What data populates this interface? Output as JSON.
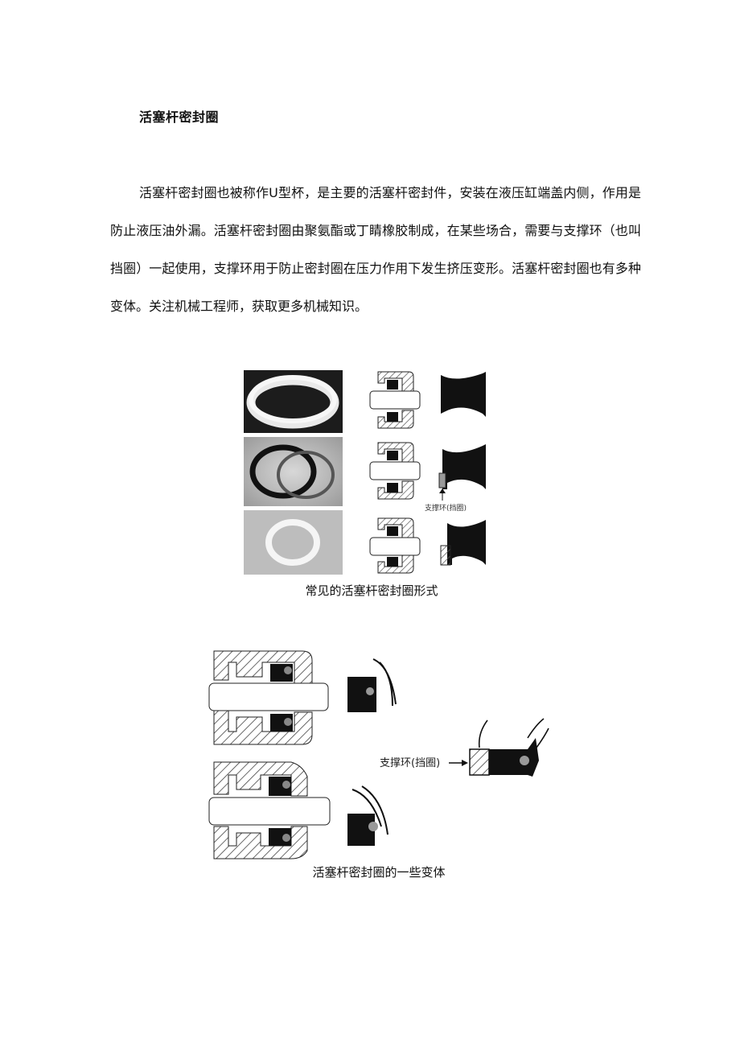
{
  "doc": {
    "title": "活塞杆密封圈",
    "paragraph": "活塞杆密封圈也被称作U型杯，是主要的活塞杆密封件，安装在液压缸端盖内侧，作用是防止液压油外漏。活塞杆密封圈由聚氨酯或丁睛橡胶制成，在某些场合，需要与支撑环（也叫挡圈）一起使用，支撑环用于防止密封圈在压力作用下发生挤压变形。活塞杆密封圈也有多种变体。关注机械工程师，获取更多机械知识。",
    "figure1": {
      "label": "支撑环(挡圈)",
      "caption": "常见的活塞杆密封圈形式"
    },
    "figure2": {
      "label": "支撑环(挡圈)",
      "caption": "活塞杆密封圈的一些变体"
    }
  },
  "colors": {
    "text": "#111111",
    "seal": "#111111",
    "hatch": "#555555"
  }
}
